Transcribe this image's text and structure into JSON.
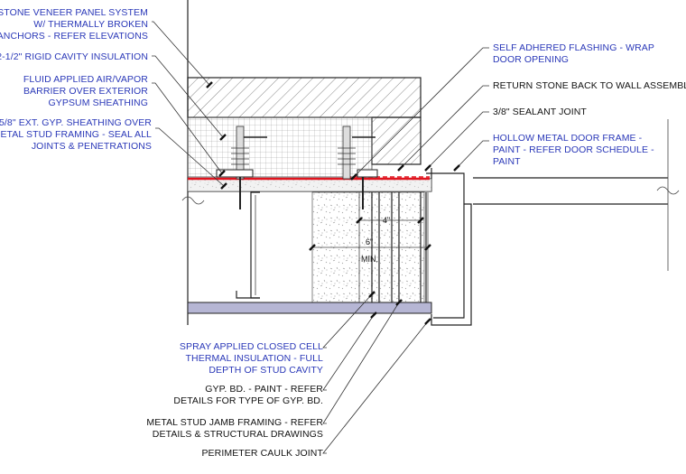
{
  "labels": {
    "stone_veneer": [
      "STONE VENEER PANEL SYSTEM",
      "W/ THERMALLY BROKEN",
      "ANCHORS - REFER ELEVATIONS"
    ],
    "rigid_insulation": [
      "2-1/2\" RIGID CAVITY INSULATION"
    ],
    "fluid_barrier": [
      "FLUID APPLIED AIR/VAPOR",
      "BARRIER OVER EXTERIOR",
      "GYPSUM SHEATHING"
    ],
    "sheathing": [
      "5/8\" EXT. GYP. SHEATHING OVER",
      "METAL STUD FRAMING - SEAL ALL",
      "JOINTS & PENETRATIONS"
    ],
    "flashing": [
      "SELF ADHERED FLASHING - WRAP",
      "DOOR OPENING"
    ],
    "return_stone": [
      "RETURN STONE BACK TO WALL ASSEMBLY"
    ],
    "sealant": [
      "3/8\" SEALANT JOINT"
    ],
    "door_frame": [
      "HOLLOW METAL DOOR FRAME -",
      "PAINT - REFER DOOR SCHEDULE -",
      "PAINT"
    ],
    "spray_insulation": [
      "SPRAY APPLIED CLOSED CELL",
      "THERMAL INSULATION - FULL",
      "DEPTH OF STUD CAVITY"
    ],
    "gyp_bd": [
      "GYP. BD. - PAINT  -  REFER",
      "DETAILS FOR TYPE OF GYP. BD."
    ],
    "stud_jamb": [
      "METAL STUD JAMB FRAMING - REFER",
      "DETAILS & STRUCTURAL DRAWINGS"
    ],
    "caulk": [
      "PERIMETER CAULK JOINT"
    ]
  },
  "dimensions": {
    "d4": "4\"",
    "d6": "6\"",
    "min": "MIN."
  },
  "colors": {
    "label_blue": "#2a38b8",
    "label_black": "#111111",
    "air_barrier_red": "#e0141e",
    "gyp_board_fill": "#b6b6d4",
    "sheathing_fill": "#e6e6e6"
  }
}
